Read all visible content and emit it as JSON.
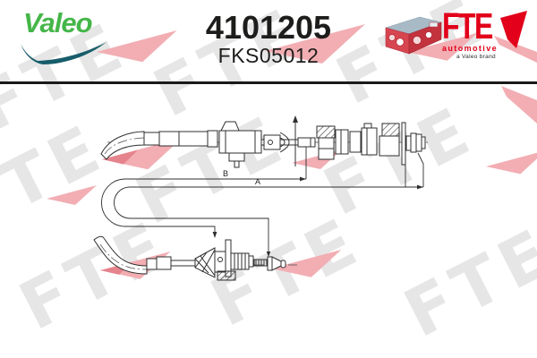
{
  "header": {
    "valeo_logo_text": "Valeo",
    "part_number": "4101205",
    "reference_number": "FKS05012",
    "fte_logo_text": "FTE",
    "fte_subtitle": "automotive",
    "fte_tagline": "a Valeo brand"
  },
  "diagram": {
    "dimension_labels": {
      "a": "A",
      "b": "B"
    }
  },
  "watermark": {
    "text": "FTE"
  },
  "icons": {
    "valeo_swoosh": "valeo-swoosh-icon",
    "fte_flag": "fte-flag-icon",
    "package_box": "package-box-icon"
  },
  "colors": {
    "valeo_green": "#45b649",
    "valeo_swoosh_teal": "#175d6b",
    "fte_red": "#e2001a",
    "text_black": "#1d1d1b",
    "watermark_gray": "#e6e6e6",
    "watermark_pink": "#f2aeb3",
    "line_color": "#2f2f2f"
  }
}
